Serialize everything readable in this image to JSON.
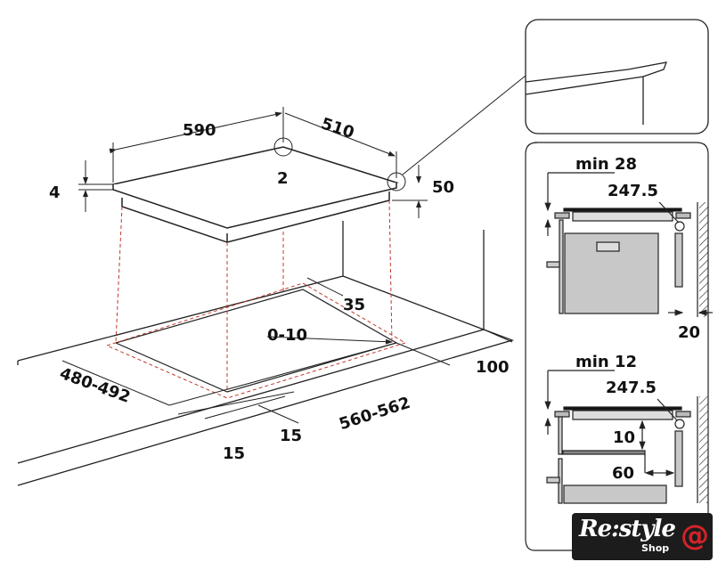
{
  "main_diagram": {
    "width_label": "590",
    "depth_label": "510",
    "detail_marker": "2",
    "glass_thickness": "4",
    "height_label": "50",
    "gap_label": "35",
    "tolerance_label": "0-10",
    "back_distance": "100",
    "cutout_depth": "480-492",
    "cutout_width": "560-562",
    "front_margin_1": "15",
    "front_margin_2": "15"
  },
  "section_top": {
    "min_label": "min 28",
    "seal_label": "247.5",
    "wall_gap": "20"
  },
  "section_bottom": {
    "min_label": "min 12",
    "seal_label": "247.5",
    "shelf_gap": "10",
    "side_gap": "60"
  },
  "logo": {
    "brand": "Re:style",
    "sub": "Shop"
  },
  "colors": {
    "line": "#222222",
    "dashed": "#c0392b",
    "fill_grey": "#c8c8c8"
  }
}
